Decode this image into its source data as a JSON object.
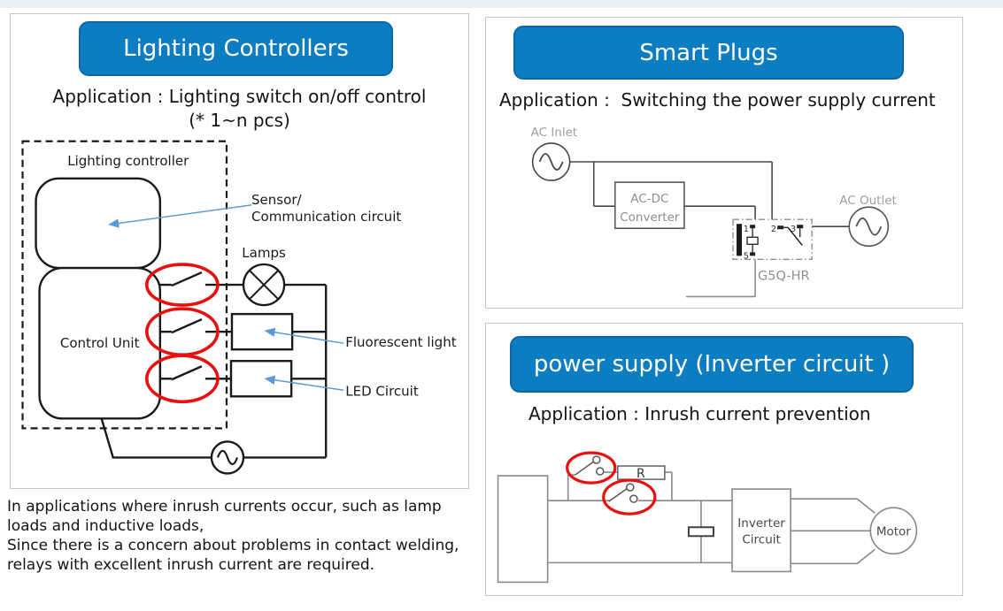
{
  "panels": {
    "lighting": {
      "title": "Lighting Controllers",
      "application_line1": "Application : Lighting switch on/off control",
      "application_line2": "(* 1~n pcs)",
      "labels": {
        "dashed_box": "Lighting controller",
        "control_unit": "Control Unit",
        "sensor_line1": "Sensor/",
        "sensor_line2": "Communication circuit",
        "lamps": "Lamps",
        "fluorescent": "Fluorescent light",
        "led": "LED Circuit"
      }
    },
    "smart_plugs": {
      "title": "Smart Plugs",
      "application": "Application :  Switching the power supply current",
      "labels": {
        "ac_inlet": "AC Inlet",
        "converter_line1": "AC-DC",
        "converter_line2": "Converter",
        "relay_model": "G5Q-HR",
        "ac_outlet": "AC Outlet",
        "pin1": "1",
        "pin2": "2",
        "pin3": "3",
        "pin5": "5"
      }
    },
    "power_supply": {
      "title": "power supply (Inverter circuit )",
      "application": "Application : Inrush current prevention",
      "labels": {
        "resistor": "R",
        "inverter_line1": "Inverter",
        "inverter_line2": "Circuit",
        "motor": "Motor"
      }
    }
  },
  "footnote": {
    "line1": "In applications where inrush currents occur, such as lamp",
    "line2": "loads and inductive loads,",
    "line3": "Since there is a concern about problems in contact welding,",
    "line4": "relays with excellent inrush current are required."
  },
  "colors": {
    "header_fill": "#0d7dc2",
    "header_border": "#0a66a4",
    "header_text": "#ffffff",
    "panel_border": "#c3c7c9",
    "diagram_black": "#1a1a1a",
    "wire_grey": "#85898c",
    "label_grey": "#9aa0a3",
    "highlight_red": "#e8100f",
    "arrow_blue": "#5b9bd5"
  }
}
